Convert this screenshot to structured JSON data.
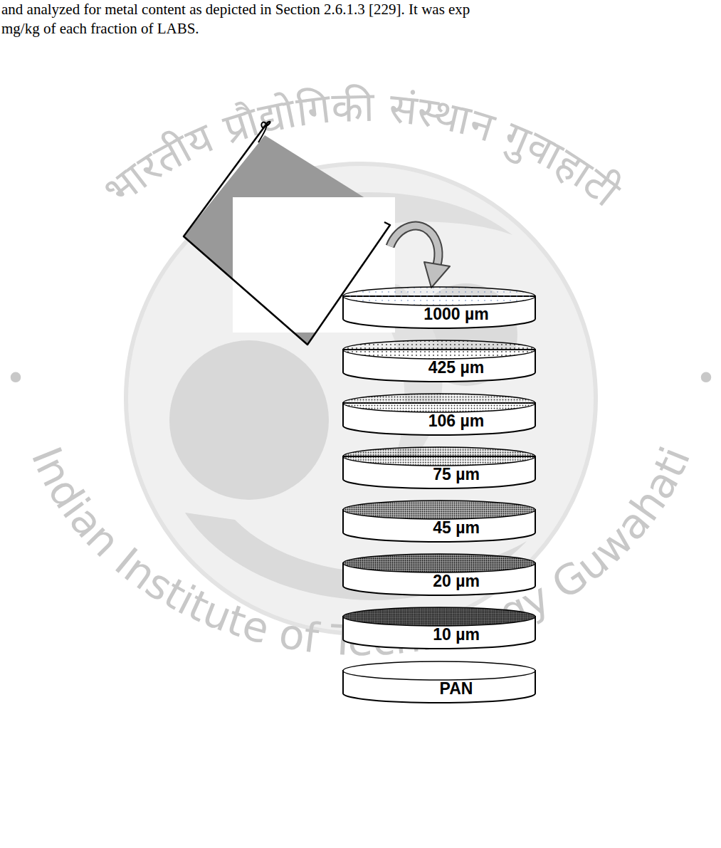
{
  "diagram": {
    "nodes": [
      {
        "text": [
          "1000 µm"
        ]
      },
      {
        "text": [
          "425 µm"
        ]
      },
      {
        "text": [
          "106 µm"
        ]
      },
      {
        "text": [
          "75 µm"
        ]
      },
      {
        "text": [
          "45 µm"
        ]
      },
      {
        "text": [
          "20 µm"
        ]
      },
      {
        "text": [
          "10 µm"
        ]
      },
      {
        "text": [
          "PAN"
        ]
      }
    ],
    "edges": [],
    "labels": [
      "and analyzed for metal content as depicted in Section 2.6.1.3 [229]. It was exp",
      "mg/kg of each fraction of LABS.",
      "भारतीय प्रौद्योगिकी संस्थान गुवाहाटी",
      "Indian Institute of Technology Guwahati",
      "•",
      "•"
    ]
  }
}
